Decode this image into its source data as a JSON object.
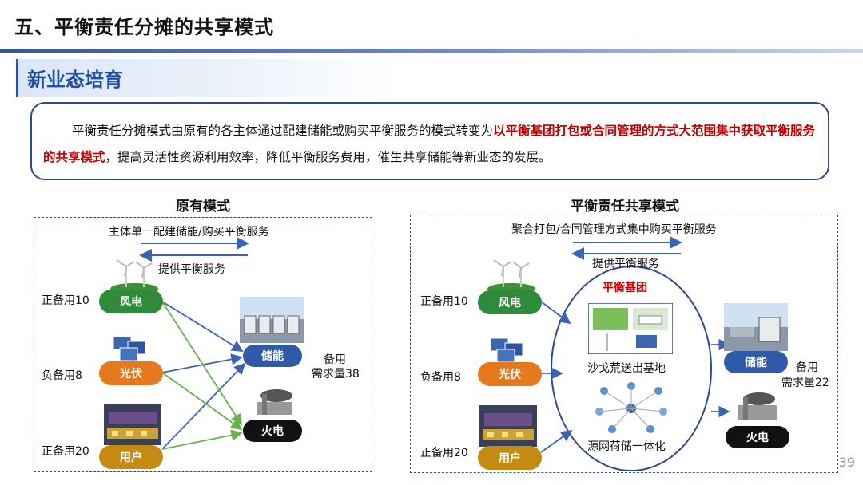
{
  "page_title": "五、平衡责任分摊的共享模式",
  "section_title": "新业态培育",
  "summary": {
    "text_before": "平衡责任分摊模式由原有的各主体通过配建储能或购买平衡服务的模式转变为",
    "highlight": "以平衡基团打包或合同管理的方式大范围集中获取平衡服务的共享模式",
    "text_after": "，提高灵活性资源利用效率，降低平衡服务费用，催生共享储能等新业态的发展。"
  },
  "left_panel": {
    "title": "原有模式",
    "arrow_top_label": "主体单一配建储能/购买平衡服务",
    "arrow_bottom_label": "提供平衡服务",
    "sources": [
      {
        "label": "风电",
        "note": "正备用10"
      },
      {
        "label": "光伏",
        "note": "负备用8"
      },
      {
        "label": "用户",
        "note": "正备用20"
      }
    ],
    "storage_label": "储能",
    "thermal_label": "火电",
    "reserve_label_line1": "备用",
    "reserve_label_line2": "需求量38"
  },
  "right_panel": {
    "title": "平衡责任共享模式",
    "arrow_top_label": "聚合打包/合同管理方式集中购买平衡服务",
    "arrow_bottom_label": "提供平衡服务",
    "sources": [
      {
        "label": "风电",
        "note": "正备用10"
      },
      {
        "label": "光伏",
        "note": "负备用8"
      },
      {
        "label": "用户",
        "note": "正备用20"
      }
    ],
    "group_label": "平衡基团",
    "base_label": "沙戈荒送出基地",
    "integration_label": "源网荷储一体化",
    "storage_label": "储能",
    "thermal_label": "火电",
    "reserve_label_line1": "备用",
    "reserve_label_line2": "需求量22"
  },
  "page_number": "39",
  "colors": {
    "title_blue": "#1f4fa0",
    "highlight_red": "#c00000",
    "wind_green": "#2e8b3a",
    "solar_orange": "#e6781e",
    "user_gold": "#c48a12",
    "storage_blue": "#2f5aa8",
    "thermal_black": "#111111",
    "arrow_blue": "#3a63b8",
    "arrow_green": "#6ab04c"
  }
}
